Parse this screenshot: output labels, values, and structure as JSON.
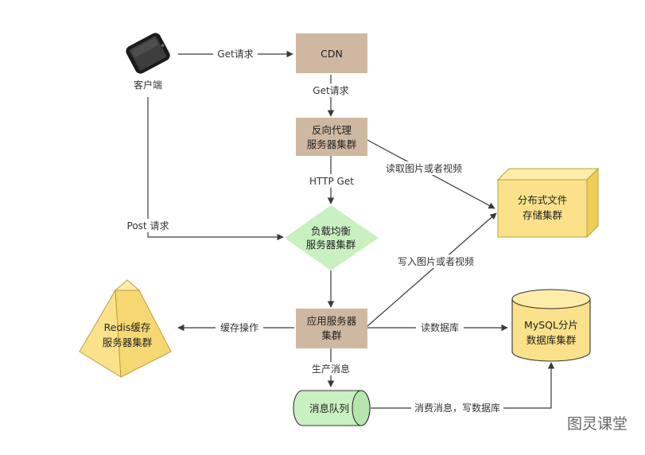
{
  "nodes": {
    "client": {
      "label": "客户端"
    },
    "cdn": {
      "label": "CDN",
      "color": "#cfb8a2"
    },
    "reverse_proxy": {
      "line1": "反向代理",
      "line2": "服务器集群",
      "color": "#cfb8a2"
    },
    "load_balancer": {
      "line1": "负载均衡",
      "line2": "服务器集群",
      "color": "#c9f0c0"
    },
    "app_server": {
      "line1": "应用服务器",
      "line2": "集群",
      "color": "#cfb8a2"
    },
    "dfs": {
      "line1": "分布式文件",
      "line2": "存储集群",
      "color": "#fbe28a"
    },
    "redis": {
      "line1": "Redis缓存",
      "line2": "服务器集群",
      "color": "#fbe28a"
    },
    "mysql": {
      "line1": "MySQL分片",
      "line2": "数据库集群",
      "color": "#fbe28a"
    },
    "mq": {
      "label": "消息队列",
      "color": "#c9f0c0"
    }
  },
  "edges": {
    "client_cdn": "Get请求",
    "cdn_proxy": "Get请求",
    "proxy_lb": "HTTP Get",
    "client_lb": "Post 请求",
    "proxy_dfs": "读取图片或者视频",
    "app_dfs": "写入图片或者视频",
    "app_redis": "缓存操作",
    "app_mysql": "读数据库",
    "app_mq": "生产消息",
    "mq_mysql": "消费消息，写数据库"
  },
  "watermark": "图灵课堂"
}
